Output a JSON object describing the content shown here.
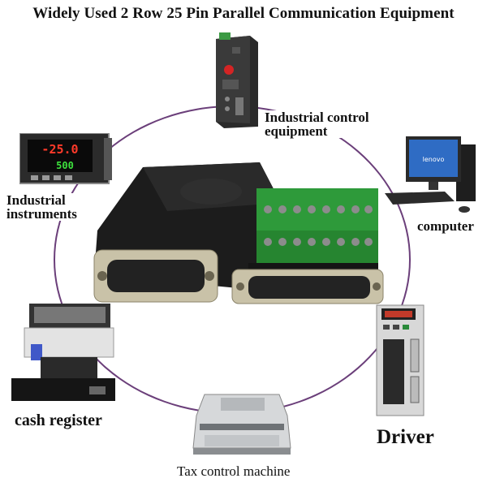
{
  "title": "Widely Used 2 Row 25 Pin Parallel Communication Equipment",
  "labels": {
    "industrial_control": "Industrial control equipment",
    "industrial_instruments": "Industrial instruments",
    "computer": "computer",
    "cash_register": "cash register",
    "driver": "Driver",
    "tax_control": "Tax control machine"
  },
  "instrument_display": {
    "top": "-25.0",
    "bottom": "500"
  },
  "monitor_brand": "lenovo",
  "colors": {
    "ring": "#6b3f7a",
    "terminal_green": "#2e9a3a",
    "adapter_black": "#1c1c1c",
    "connector_metal": "#c9c2a8"
  }
}
